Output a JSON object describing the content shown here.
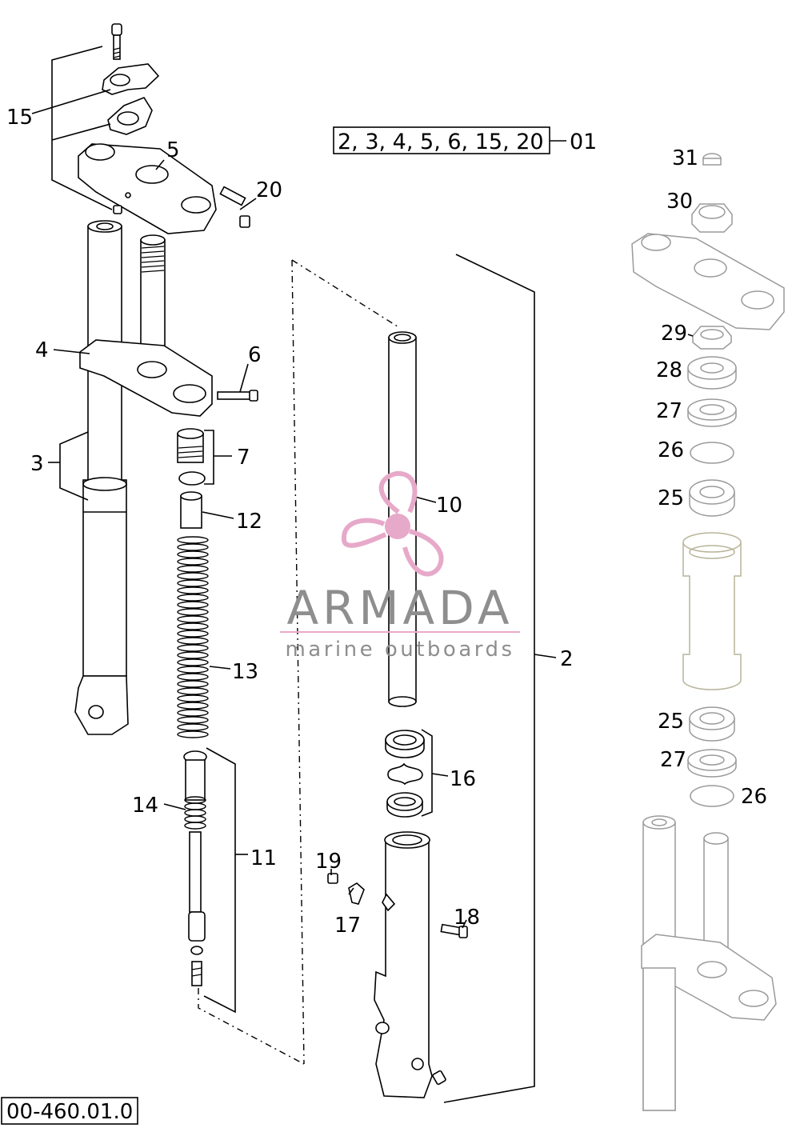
{
  "diagram_code": "00-460.01.0",
  "kit": {
    "members": "2, 3, 4, 5, 6, 15, 20",
    "number": "01"
  },
  "watermark": {
    "title": "ARMADA",
    "subtitle": "marine outboards"
  },
  "callouts": {
    "c2": "2",
    "c3": "3",
    "c4": "4",
    "c5": "5",
    "c6": "6",
    "c7": "7",
    "c10": "10",
    "c11": "11",
    "c12": "12",
    "c13": "13",
    "c14": "14",
    "c15": "15",
    "c16": "16",
    "c17": "17",
    "c18": "18",
    "c19": "19",
    "c20": "20",
    "c25a": "25",
    "c25b": "25",
    "c26a": "26",
    "c26b": "26",
    "c27a": "27",
    "c27b": "27",
    "c28": "28",
    "c29": "29",
    "c30": "30",
    "c31": "31"
  },
  "colors": {
    "line": "#000000",
    "watermark_text": "#8e8e8e",
    "logo_pink": "#e7a9c9",
    "ghost_part": "#9a9a9a",
    "faint_part": "#b8b49a"
  }
}
